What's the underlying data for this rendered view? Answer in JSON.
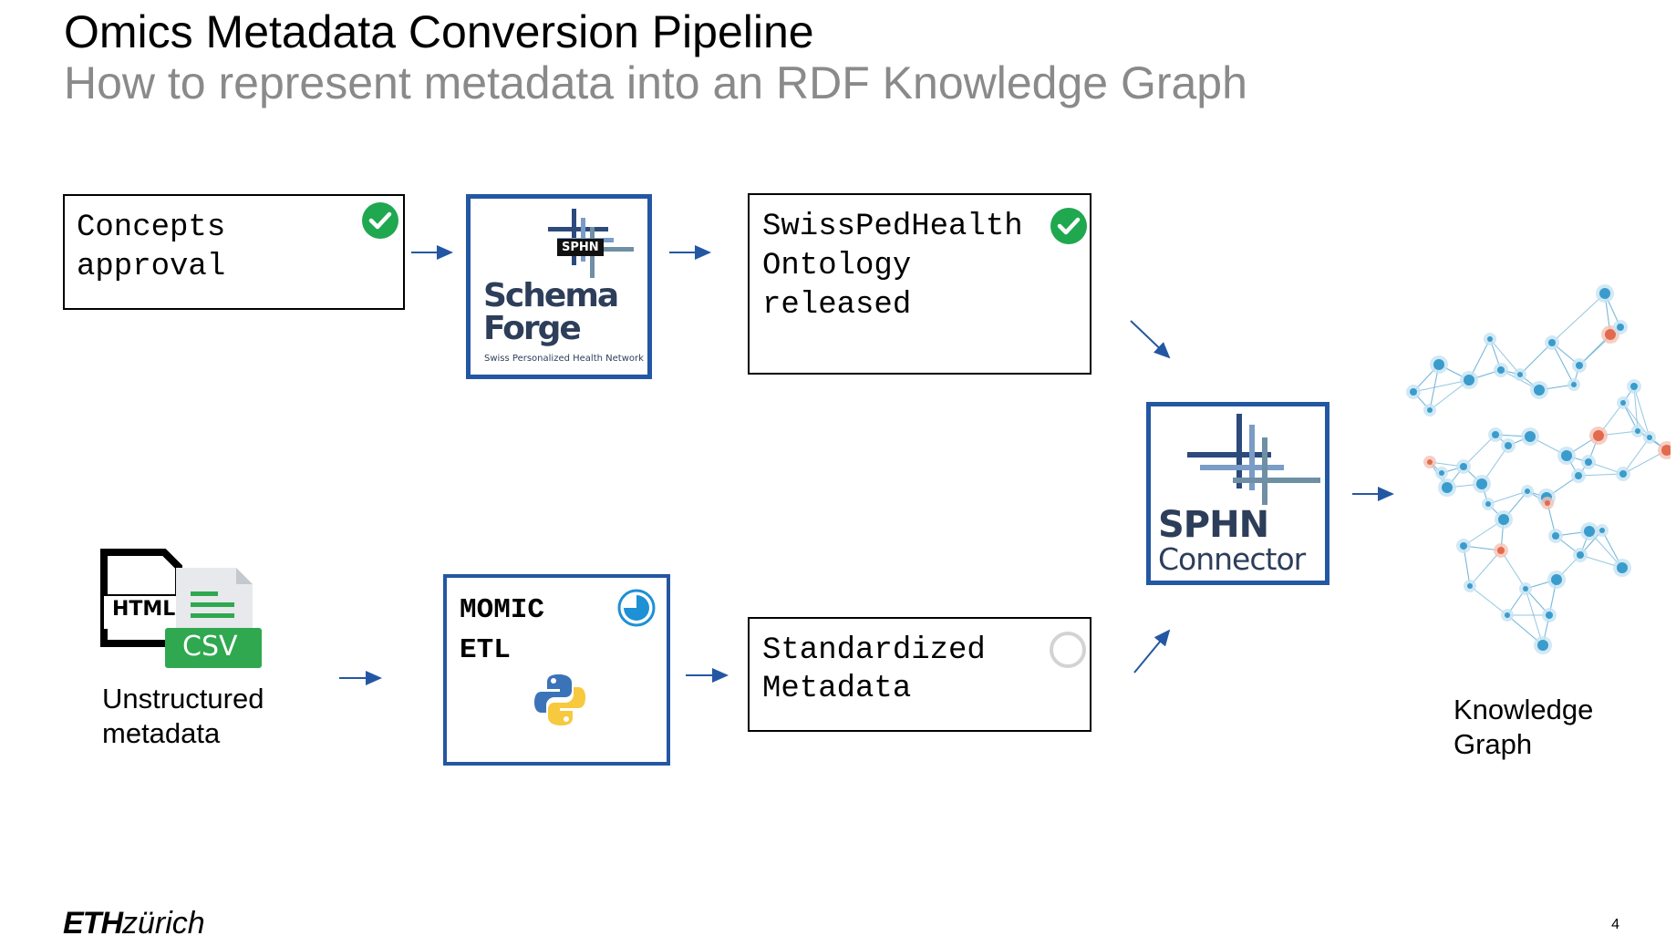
{
  "slide": {
    "title": "Omics Metadata Conversion Pipeline",
    "subtitle": "How to represent metadata into an RDF Knowledge Graph",
    "page_number": "4"
  },
  "footer": {
    "logo_bold": "ETH",
    "logo_italic": "zürich"
  },
  "steps": {
    "concepts": {
      "text": "Concepts\napproval",
      "status": "done"
    },
    "schema_forge": {
      "badge": "SPHN",
      "line1": "Schema",
      "line2": "Forge",
      "tagline": "Swiss Personalized Health Network"
    },
    "ontology": {
      "text": "SwissPedHealth\nOntology\nreleased",
      "status": "done"
    },
    "unstructured": {
      "html_label": "HTML",
      "csv_label": "CSV",
      "caption": "Unstructured\nmetadata"
    },
    "etl": {
      "text": "MOMIC\nETL",
      "status": "in-progress"
    },
    "standardized": {
      "text": "Standardized\nMetadata",
      "status": "pending"
    },
    "connector": {
      "line1": "SPHN",
      "line2": "Connector"
    },
    "knowledge_graph": {
      "caption": "Knowledge\nGraph"
    }
  },
  "colors": {
    "accent": "#2457a3",
    "check": "#1fa84f",
    "progress": "#1e90d6",
    "pending": "#d0d0d0",
    "csv": "#2fa84f"
  }
}
